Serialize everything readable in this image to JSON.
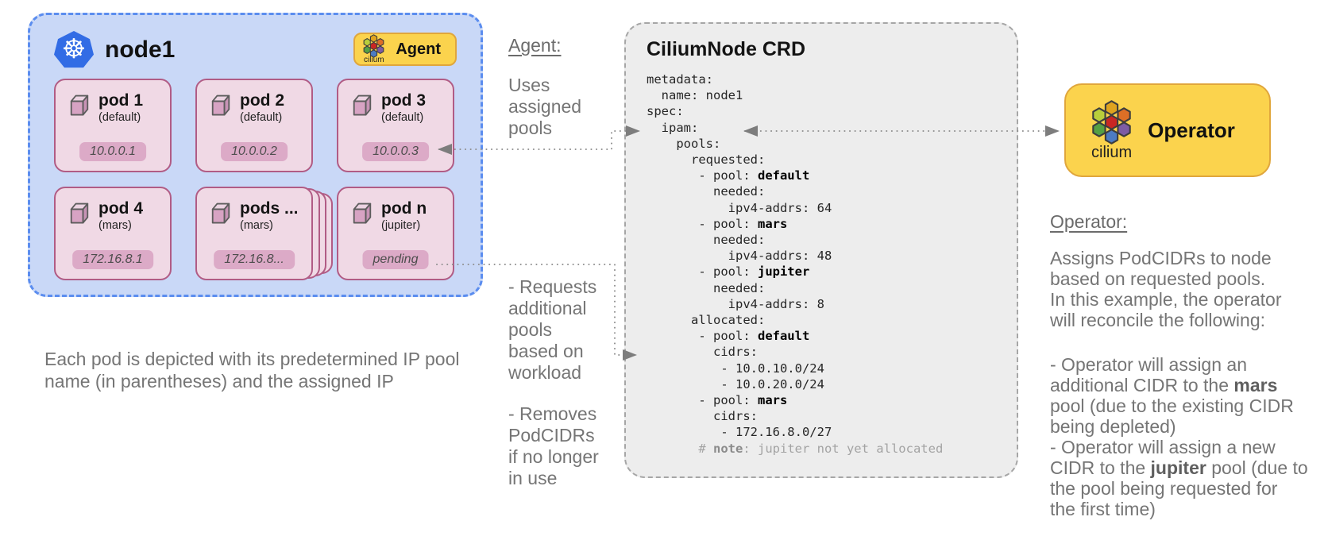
{
  "node": {
    "title": "node1",
    "agent_badge": {
      "label": "Agent",
      "logo_caption": "cilium"
    },
    "pods": [
      {
        "name": "pod 1",
        "pool": "(default)",
        "ip": "10.0.0.1",
        "stacked": false
      },
      {
        "name": "pod 2",
        "pool": "(default)",
        "ip": "10.0.0.2",
        "stacked": false
      },
      {
        "name": "pod 3",
        "pool": "(default)",
        "ip": "10.0.0.3",
        "stacked": false
      },
      {
        "name": "pod 4",
        "pool": "(mars)",
        "ip": "172.16.8.1",
        "stacked": false
      },
      {
        "name": "pods ...",
        "pool": "(mars)",
        "ip": "172.16.8...",
        "stacked": true
      },
      {
        "name": "pod n",
        "pool": "(jupiter)",
        "ip": "pending",
        "stacked": false
      }
    ]
  },
  "caption": "Each pod is depicted with its predetermined IP pool\nname (in parentheses) and the assigned IP",
  "agent_notes": {
    "heading": "Agent:",
    "blocks": [
      "Uses\nassigned\npools",
      "- Requests\nadditional\npools\nbased on\nworkload",
      "- Removes\nPodCIDRs\nif no longer\nin use"
    ]
  },
  "crd": {
    "title": "CiliumNode CRD",
    "code_lines": [
      {
        "text": "metadata:"
      },
      {
        "text": "  name: node1"
      },
      {
        "text": "spec:"
      },
      {
        "text": "  ipam:"
      },
      {
        "text": "    pools:"
      },
      {
        "text": "      requested:"
      },
      {
        "text": "       - pool: **default**"
      },
      {
        "text": "         needed:"
      },
      {
        "text": "           ipv4-addrs: 64"
      },
      {
        "text": "       - pool: **mars**"
      },
      {
        "text": "         needed:"
      },
      {
        "text": "           ipv4-addrs: 48"
      },
      {
        "text": "       - pool: **jupiter**"
      },
      {
        "text": "         needed:"
      },
      {
        "text": "           ipv4-addrs: 8"
      },
      {
        "text": "      allocated:"
      },
      {
        "text": "       - pool: **default**"
      },
      {
        "text": "         cidrs:"
      },
      {
        "text": "          - 10.0.10.0/24"
      },
      {
        "text": "          - 10.0.20.0/24"
      },
      {
        "text": "       - pool: **mars**"
      },
      {
        "text": "         cidrs:"
      },
      {
        "text": "          - 172.16.8.0/27"
      },
      {
        "text": "       # **note**: jupiter not yet allocated",
        "muted": true
      }
    ]
  },
  "operator_box": {
    "label": "Operator",
    "logo_caption": "cilium"
  },
  "operator_notes": {
    "heading": "Operator:",
    "intro": "Assigns PodCIDRs to node\nbased on requested pools.\nIn this example, the operator\nwill reconcile the following:",
    "bullets": "- Operator will assign an\nadditional CIDR to the **mars**\npool (due to the existing CIDR\nbeing depleted)\n- Operator will assign a new\nCIDR to the **jupiter** pool (due to\nthe pool being requested for\nthe first time)"
  },
  "colors": {
    "node-fill": "#c9d8f7",
    "node-border": "#5b8def",
    "pod-fill": "#f0d9e5",
    "pod-border": "#b15c85",
    "ip-badge": "#dcaac7",
    "badge-yellow": "#fbd34d",
    "badge-yellow-border": "#e0a63c",
    "crd-fill": "#ededed",
    "crd-border": "#a6a6a6",
    "k8s-blue": "#326ce5",
    "arrow": "#8f8f8f",
    "text-gray": "#757575",
    "code-dark": "#262626",
    "code-muted": "#a3a3a3",
    "cube-front": "#d7a3c3",
    "cube-top": "#ecd3e2",
    "cube-side": "#c793b5",
    "cilium": [
      "#b9ce3b",
      "#dfa31f",
      "#dd6f26",
      "#56a043",
      "#c92723",
      "#7d5ca4",
      "#4c7bc2"
    ]
  }
}
